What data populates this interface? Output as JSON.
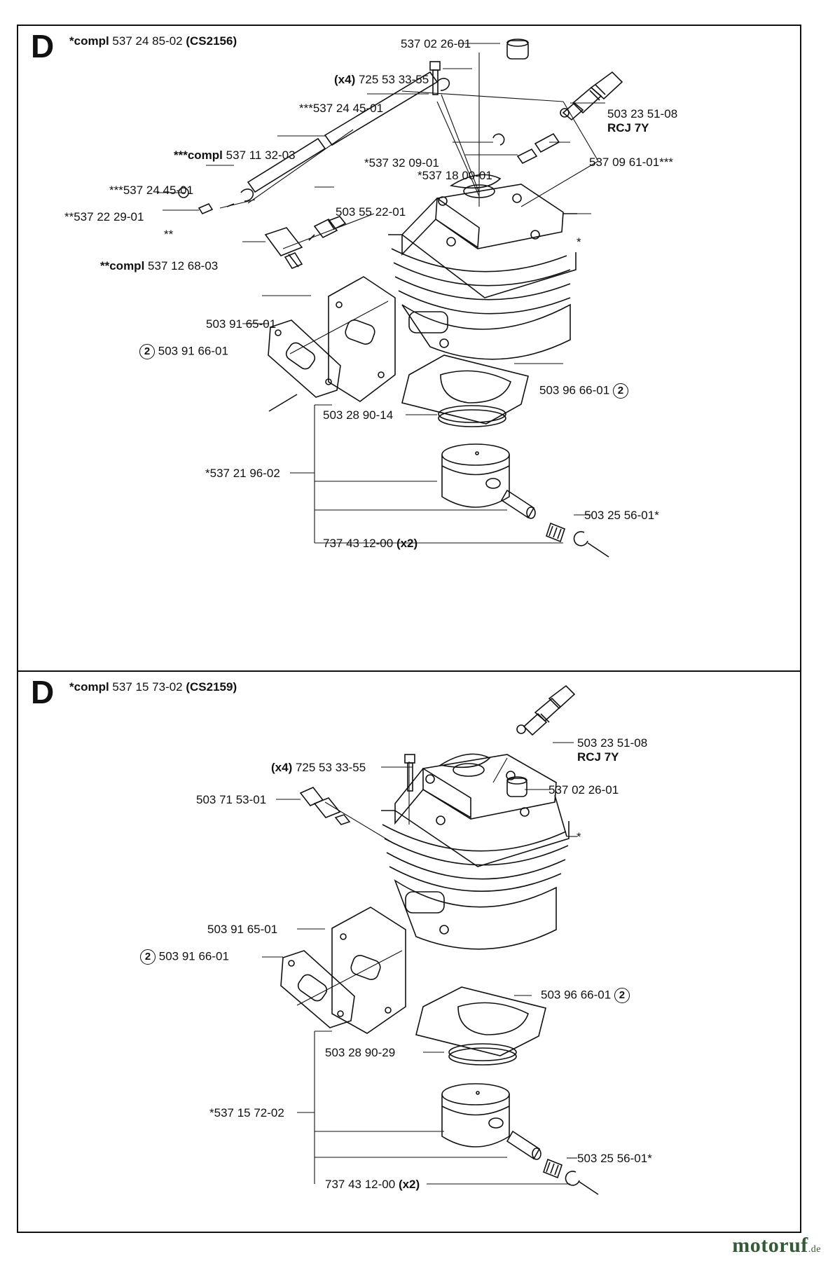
{
  "top_panel": {
    "section_letter": "D",
    "heading": {
      "prefix": "*compl",
      "number": "537 24 85-02",
      "model": "(CS2156)"
    },
    "labels": {
      "cap": "537 02 26-01",
      "screw_qty": "(x4)",
      "screw": "725 53 33-55",
      "clip_a": "***537 24 45-01",
      "plug": "503 23 51-08",
      "plug_type": "RCJ 7Y",
      "hose_compl_prefix": "***compl",
      "hose_compl": "537 11 32-03",
      "nipple": "537 09 61-01***",
      "part_32": "*537 32 09-01",
      "part_18": "*537 18 00-01",
      "clip_b": "***537 24 45-01",
      "valve": "503 55 22-01",
      "cap_small": "**537 22 29-01",
      "dstar": "**",
      "cylinder": "*",
      "fitting_prefix": "**compl",
      "fitting": "537 12 68-03",
      "plate": "503 91 65-01",
      "gasket_exh": "503 91 66-01",
      "gasket_exh_ref": "2",
      "gasket_base": "503 96 66-01",
      "gasket_base_ref": "2",
      "ring": "503 28 90-14",
      "piston": "*537 21 96-02",
      "bearing": "503 25 56-01*",
      "circlip": "737 43 12-00",
      "circlip_qty": "(x2)"
    }
  },
  "bottom_panel": {
    "section_letter": "D",
    "heading": {
      "prefix": "*compl",
      "number": "537 15 73-02",
      "model": "(CS2159)"
    },
    "labels": {
      "plug": "503 23 51-08",
      "plug_type": "RCJ 7Y",
      "screw_qty": "(x4)",
      "screw": "725 53 33-55",
      "cap": "537 02 26-01",
      "valve": "503 71 53-01",
      "cylinder": "*",
      "plate": "503 91 65-01",
      "gasket_exh": "503 91 66-01",
      "gasket_exh_ref": "2",
      "gasket_base": "503 96 66-01",
      "gasket_base_ref": "2",
      "ring": "503 28 90-29",
      "piston": "*537 15 72-02",
      "bearing": "503 25 56-01*",
      "circlip": "737 43 12-00",
      "circlip_qty": "(x2)"
    }
  },
  "watermark": {
    "brand": "motoruf",
    "tld": ".de"
  }
}
